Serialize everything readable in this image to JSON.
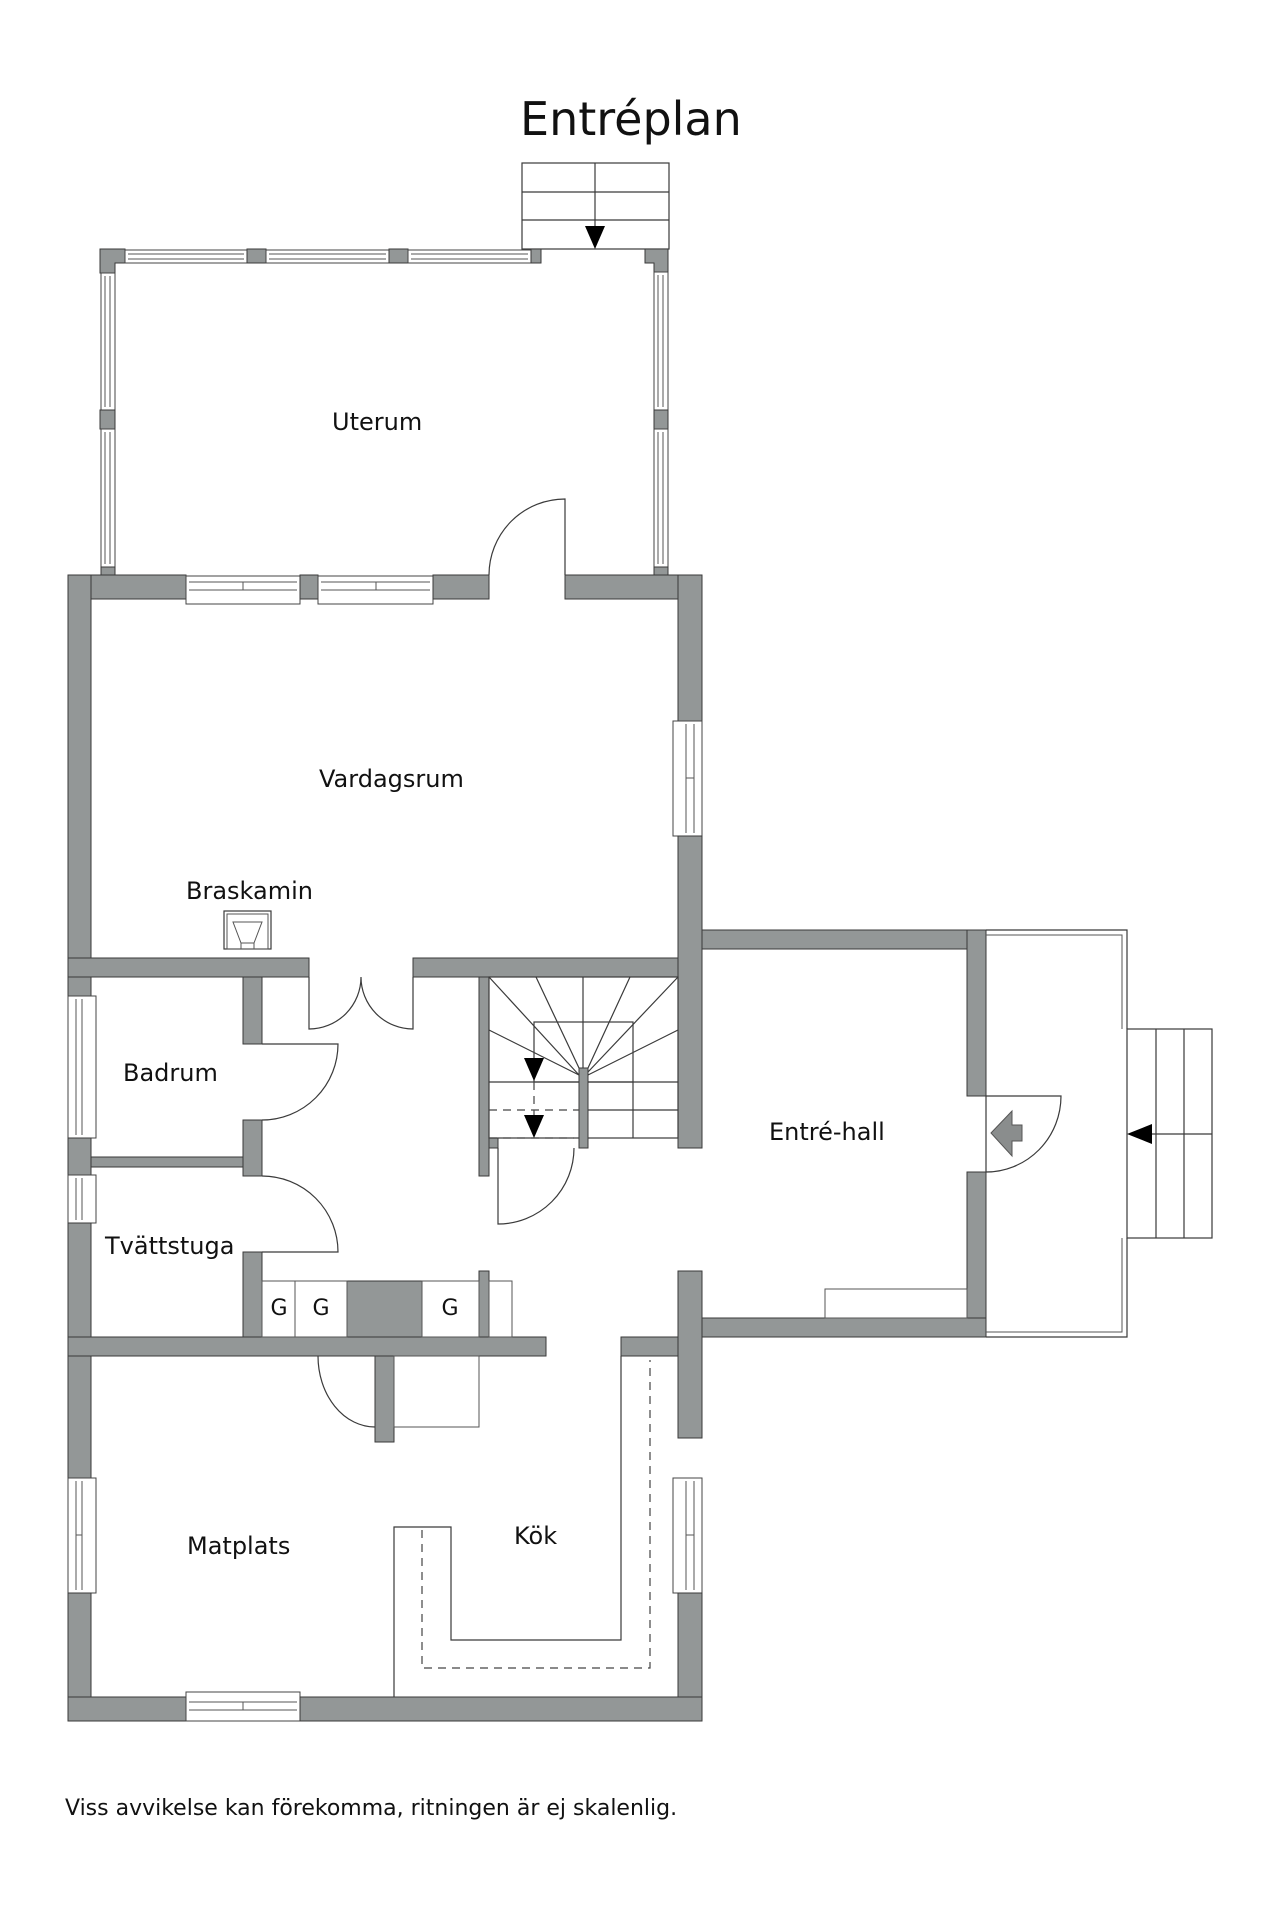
{
  "title": "Entréplan",
  "rooms": {
    "uterum": "Uterum",
    "vardagsrum": "Vardagsrum",
    "braskamin": "Braskamin",
    "badrum": "Badrum",
    "tvattstuga": "Tvättstuga",
    "entre_hall": "Entré-hall",
    "matplats": "Matplats",
    "kok": "Kök"
  },
  "cabinets": [
    "G",
    "G",
    "G"
  ],
  "footer": "Viss avvikelse kan förekomma, ritningen är ej skalenlig.",
  "colors": {
    "wall": "#939797",
    "line": "#3a3a3a",
    "background": "#ffffff",
    "entrance_icon": "#8a8d8d"
  }
}
